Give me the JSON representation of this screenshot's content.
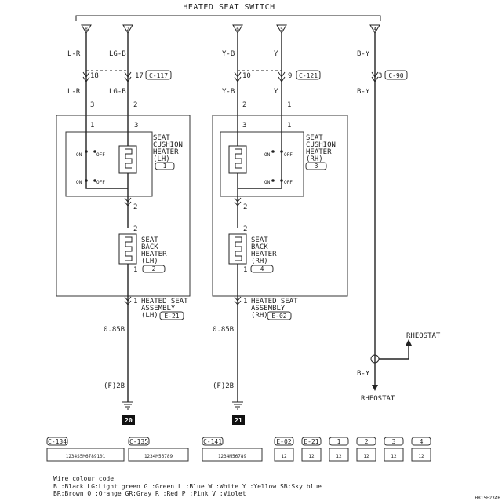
{
  "title": "HEATED SEAT SWITCH",
  "top_pins": [
    "8",
    "2",
    "6",
    "5",
    "4"
  ],
  "wires": {
    "lr": "L-R",
    "lgb": "LG-B",
    "yb": "Y-B",
    "y": "Y",
    "by": "B-Y",
    "size": "0.85B"
  },
  "connectors": {
    "c117": "C-117",
    "c121": "C-121",
    "c90": "C-90",
    "pin18": "18",
    "pin17": "17",
    "pin10": "10",
    "pin9": "9",
    "pin3": "3"
  },
  "pins": {
    "p1": "1",
    "p2": "2",
    "p3": "3"
  },
  "switch": {
    "on": "ON",
    "off": "OFF"
  },
  "lh": {
    "cushion": [
      "SEAT",
      "CUSHION",
      "HEATER",
      "(LH)"
    ],
    "cushion_num": "1",
    "back": [
      "SEAT",
      "BACK",
      "HEATER",
      "(LH)"
    ],
    "back_num": "2",
    "assembly": [
      "HEATED SEAT",
      "ASSEMBLY",
      "(LH)"
    ],
    "conn": "E-21",
    "ground": "(F)2B",
    "ground_num": "20"
  },
  "rh": {
    "cushion": [
      "SEAT",
      "CUSHION",
      "HEATER",
      "(RH)"
    ],
    "cushion_num": "3",
    "back": [
      "SEAT",
      "BACK",
      "HEATER",
      "(RH)"
    ],
    "back_num": "4",
    "assembly": [
      "HEATED SEAT",
      "ASSEMBLY",
      "(RH)"
    ],
    "conn": "E-02",
    "ground": "(F)2B",
    "ground_num": "21"
  },
  "rheostat": "RHEOSTAT",
  "bottom_connectors": [
    {
      "label": "C-134",
      "pins": "1234S5M6789101"
    },
    {
      "label": "C-135",
      "pins": "1234M56789"
    },
    {
      "label": "C-141",
      "pins": "1234M56789"
    },
    {
      "label": "E-02",
      "pins": "12"
    },
    {
      "label": "E-21",
      "pins": "12"
    },
    {
      "label": "1",
      "pins": "12"
    },
    {
      "label": "2",
      "pins": "12"
    },
    {
      "label": "3",
      "pins": "12"
    },
    {
      "label": "4",
      "pins": "12"
    }
  ],
  "legend": {
    "title": "Wire colour code",
    "row1": "B :Black   LG:Light green  G :Green   L :Blue   W :White   Y :Yellow   SB:Sky blue",
    "row2": "BR:Brown   O :Orange       GR:Gray    R :Red    P :Pink    V :Violet"
  },
  "doc_code": "H815F23AB"
}
